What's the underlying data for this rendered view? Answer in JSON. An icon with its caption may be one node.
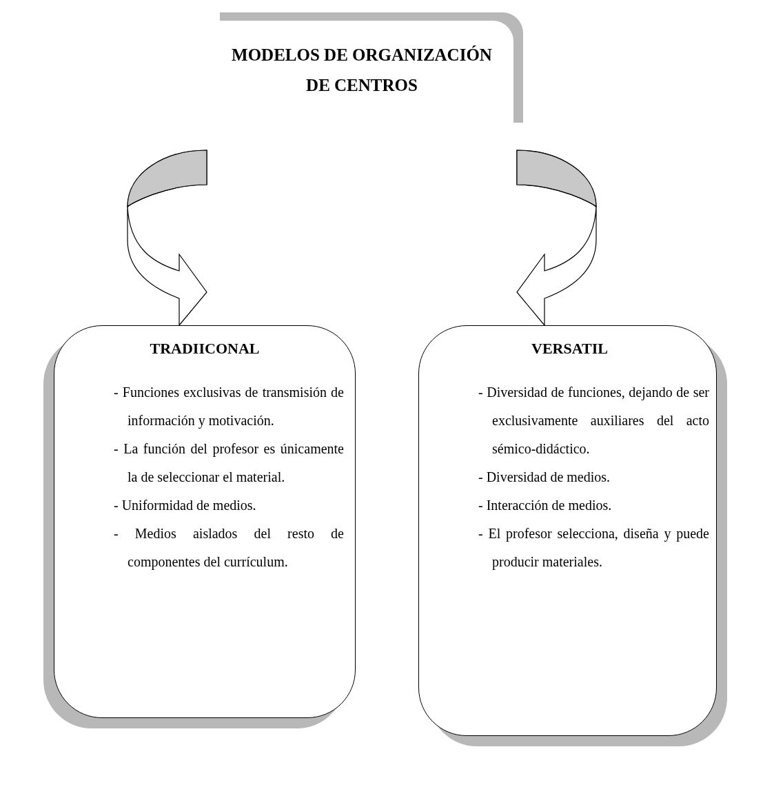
{
  "diagram": {
    "nodes": [
      {
        "text": [
          "MODELOS DE ORGANIZACIÓN DE CENTROS"
        ]
      },
      {
        "text": [
          "TRADIICONAL",
          "- Funciones exclusivas de transmisión de información y motivación.",
          "- La función del profesor es únicamente la de seleccionar el material.",
          "- Uniformidad de medios.",
          "- Medios aislados del resto de componentes del currículum."
        ]
      },
      {
        "text": [
          "VERSATIL",
          "- Diversidad de funciones, dejando de ser exclusivamente auxiliares del acto sémico-didáctico.",
          "- Diversidad de medios.",
          "- Interacción de medios.",
          "- El profesor selecciona, diseña y puede producir materiales."
        ]
      }
    ],
    "edges": [
      {
        "from": 0,
        "to": 1,
        "arrow": "to"
      },
      {
        "from": 0,
        "to": 2,
        "arrow": "to"
      }
    ]
  }
}
